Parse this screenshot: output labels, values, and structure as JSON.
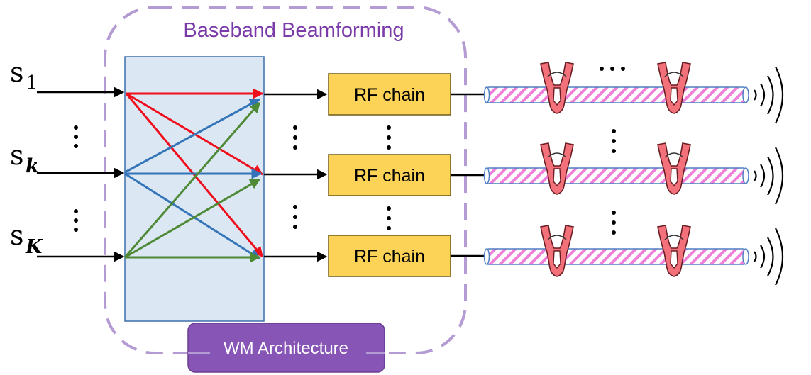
{
  "title": "Baseband Beamforming",
  "footer_badge": "WM Architecture",
  "inputs": [
    {
      "symbol": "s",
      "subscript": "1",
      "italic": false
    },
    {
      "symbol": "s",
      "subscript": "k",
      "italic": true
    },
    {
      "symbol": "s",
      "subscript": "K",
      "italic": true
    }
  ],
  "rf_chain_label": "RF chain",
  "rf_chains": [
    "RF chain",
    "RF chain",
    "RF chain"
  ],
  "colors": {
    "boundary_dash": "#b49bd3",
    "matrix_fill": "#dce7f4",
    "matrix_stroke": "#3c6fab",
    "red": "#ef0f1c",
    "blue": "#3375b8",
    "green": "#4e8a35",
    "rf_fill": "#fcd357",
    "rf_stroke": "#6b5a17",
    "waveguide_stripe": "#f07fd9",
    "waveguide_stroke": "#4e7fc3",
    "pinch_fill": "#f2717a",
    "pinch_stroke": "#6a1e23",
    "badge_fill": "#8755b5",
    "badge_stroke": "#6a3d92"
  },
  "icons": [
    "pinching-antenna-icon",
    "radiation-wave-icon",
    "vertical-ellipsis-icon",
    "horizontal-ellipsis-icon"
  ]
}
